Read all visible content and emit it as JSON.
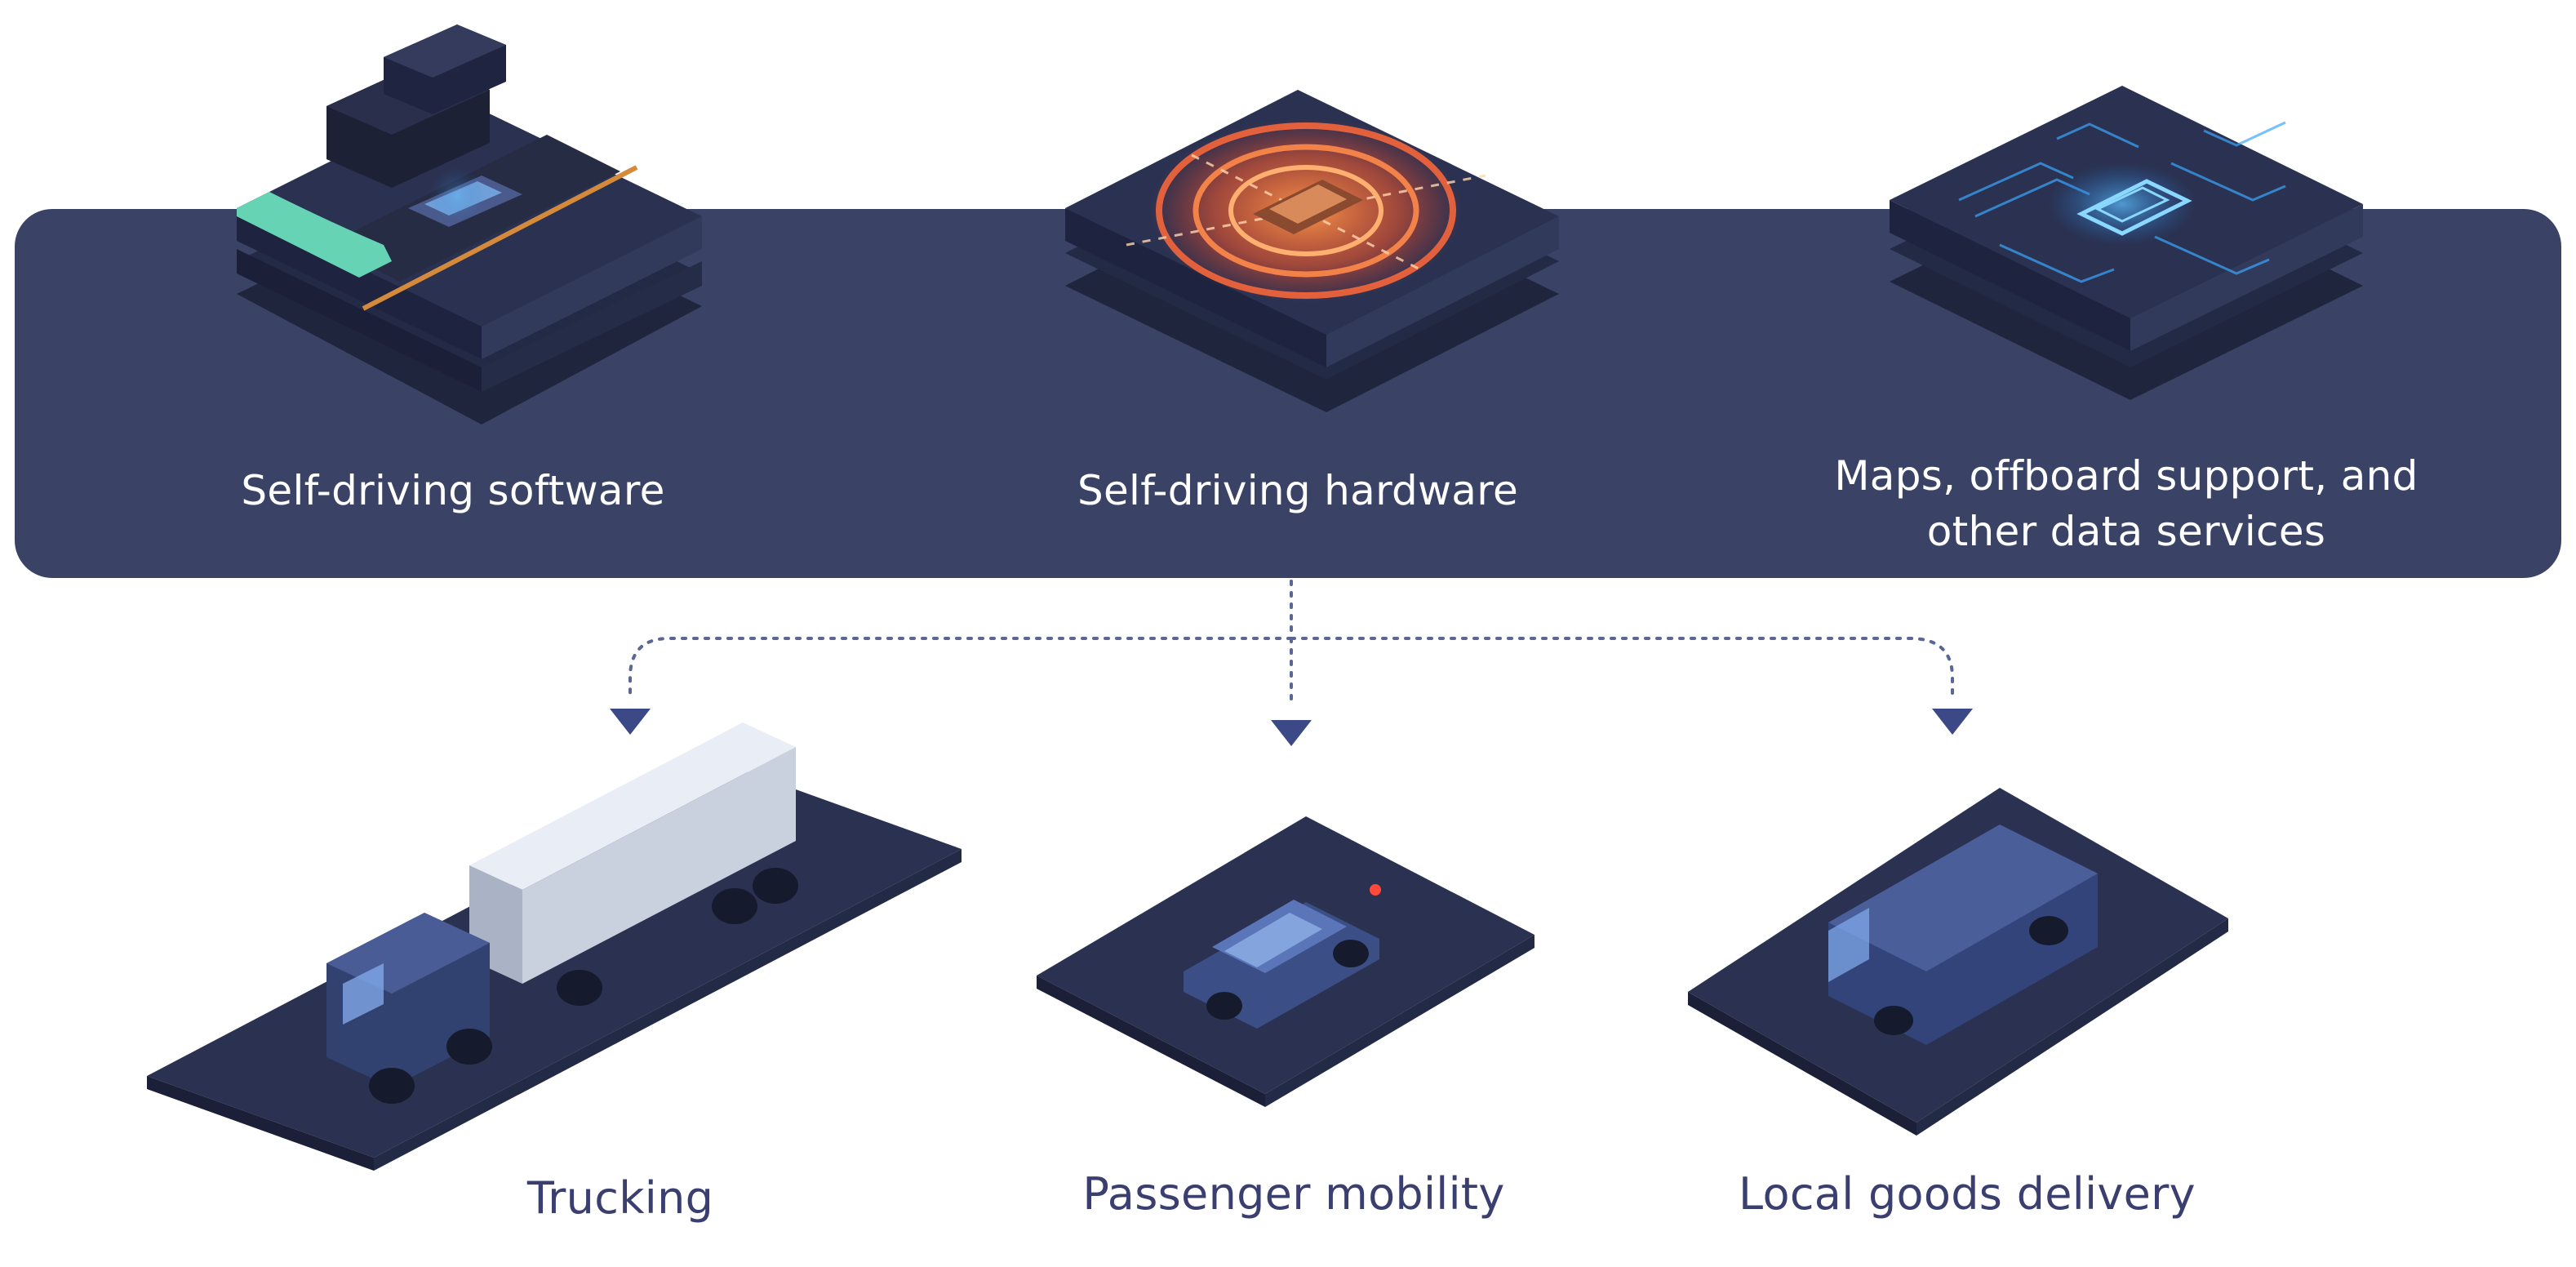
{
  "capabilities": [
    {
      "label": "Self-driving software",
      "icon": "road-map-tile"
    },
    {
      "label": "Self-driving hardware",
      "icon": "sensor-radar-tile"
    },
    {
      "label_line1": "Maps, offboard support, and",
      "label_line2": "other data services",
      "icon": "circuit-board-tile"
    }
  ],
  "applications": [
    {
      "label": "Trucking",
      "icon": "truck"
    },
    {
      "label": "Passenger mobility",
      "icon": "car"
    },
    {
      "label": "Local goods delivery",
      "icon": "van"
    }
  ],
  "colors": {
    "panel": "#3a4366",
    "tile_top": "#2b3251",
    "tile_side": "#20263f",
    "label_dark": "#3a3f70",
    "arrow": "#3b4a86",
    "accent_green": "#66d3b5",
    "accent_orange": "#ff7a3a",
    "accent_blue": "#3aa8ff"
  }
}
